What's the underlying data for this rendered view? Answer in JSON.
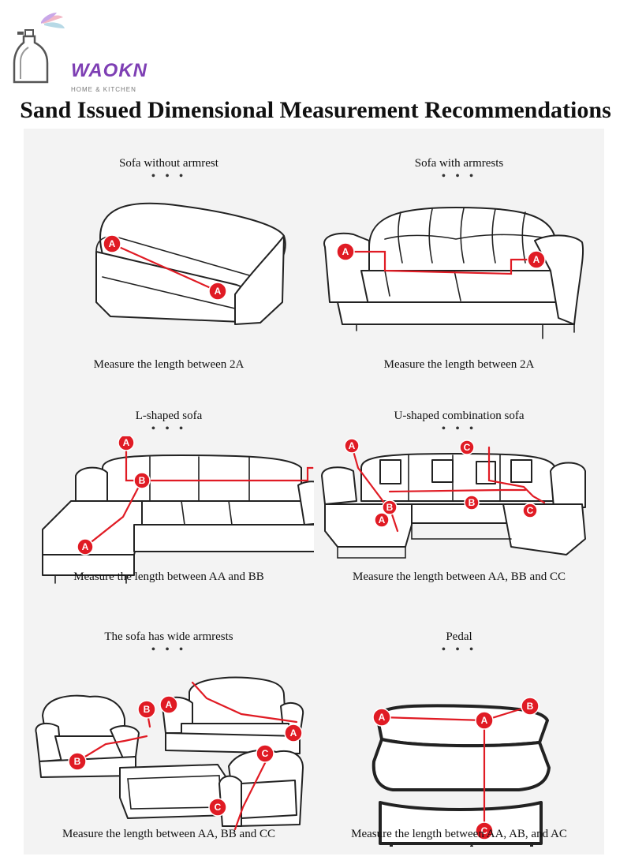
{
  "brand": {
    "name": "WAOKN",
    "tagline": "HOME & KITCHEN"
  },
  "page_title": "Sand Issued Dimensional Measurement Recommendations",
  "colors": {
    "marker": "#e01b24",
    "brand": "#7e3fb4",
    "panel": "#f3f3f3"
  },
  "marker_letters": {
    "a": "A",
    "b": "B",
    "c": "C"
  },
  "sections": [
    {
      "title": "Sofa without armrest",
      "dots": "• • •",
      "caption": "Measure the length between 2A"
    },
    {
      "title": "Sofa with armrests",
      "dots": "• • •",
      "caption": "Measure the length between 2A"
    },
    {
      "title": "L-shaped sofa",
      "dots": "• • •",
      "caption": "Measure the length between AA and BB"
    },
    {
      "title": "U-shaped combination sofa",
      "dots": "• • •",
      "caption": "Measure the length between AA, BB and CC"
    },
    {
      "title": "The sofa has wide armrests",
      "dots": "• • •",
      "caption": "Measure the length between AA, BB and CC"
    },
    {
      "title": "Pedal",
      "dots": "• • •",
      "caption": "Measure the length between AA, AB, and AC"
    }
  ]
}
